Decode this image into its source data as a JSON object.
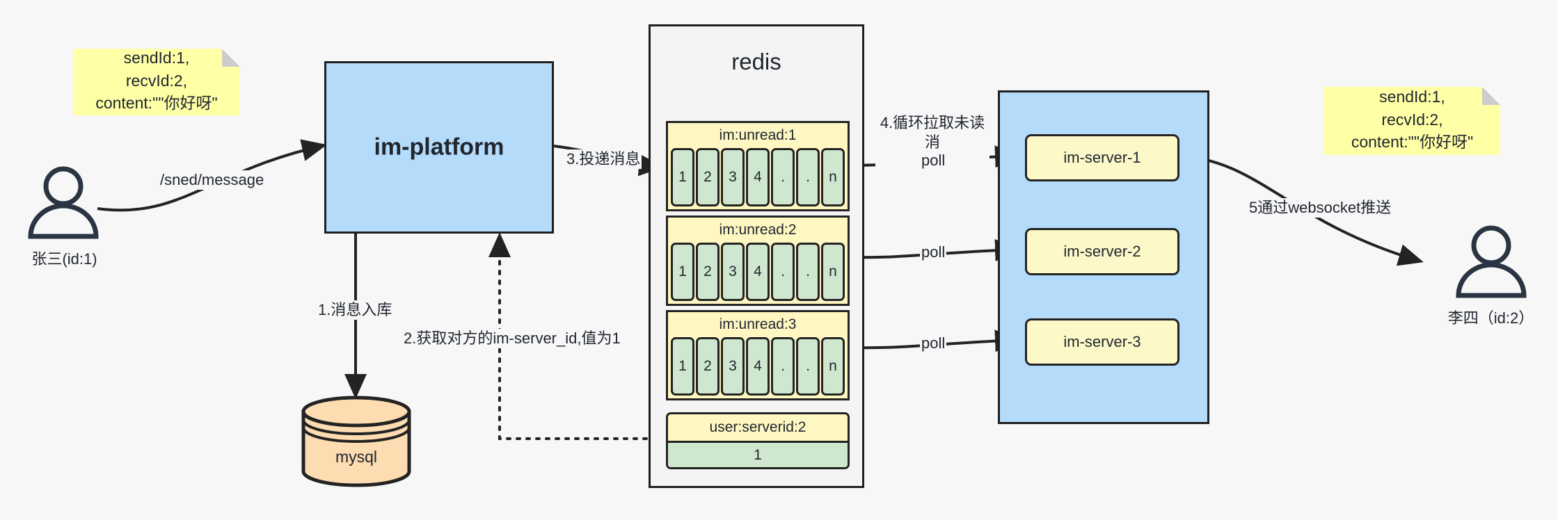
{
  "diagram": {
    "title": "IM message delivery architecture",
    "colors": {
      "blue": "#b5dbfb",
      "yellow_note": "#ffffa6",
      "queue_header": "#fff7c2",
      "queue_cell": "#cfe7cf",
      "server": "#fcf8c8",
      "mysql": "#fcdcb0",
      "redis_bg": "#f4f4f5",
      "stroke": "#232323",
      "background": "#f7f7f8"
    }
  },
  "notes": {
    "left": "sendId:1,\nrecvId:2,\ncontent:\"\"你好呀\"",
    "right": "sendId:1,\nrecvId:2,\ncontent:\"\"你好呀\""
  },
  "actors": {
    "sender": {
      "label": "张三(id:1)",
      "icon": "user-icon"
    },
    "receiver": {
      "label": "李四（id:2）",
      "icon": "user-icon"
    }
  },
  "platform": {
    "label": "im-platform"
  },
  "database": {
    "label": "mysql",
    "icon": "database-cylinder-icon"
  },
  "redis": {
    "title": "redis",
    "queues": [
      {
        "key": "im:unread:1",
        "cells": [
          "1",
          "2",
          "3",
          "4",
          ".",
          ".",
          "n"
        ]
      },
      {
        "key": "im:unread:2",
        "cells": [
          "1",
          "2",
          "3",
          "4",
          ".",
          ".",
          "n"
        ]
      },
      {
        "key": "im:unread:3",
        "cells": [
          "1",
          "2",
          "3",
          "4",
          ".",
          ".",
          "n"
        ]
      }
    ],
    "kv": {
      "key": "user:serverid:2",
      "value": "1"
    }
  },
  "servers": {
    "items": [
      {
        "label": "im-server-1"
      },
      {
        "label": "im-server-2"
      },
      {
        "label": "im-server-3"
      }
    ]
  },
  "edges": {
    "send_message": "/sned/message",
    "step1": "1.消息入库",
    "step2": "2.获取对方的im-server_id,值为1",
    "step3": "3.投递消息",
    "step4": "4.循环拉取未读消\n息",
    "poll1": "poll",
    "poll2": "poll",
    "poll3": "poll",
    "step5": "5通过websocket推送"
  }
}
